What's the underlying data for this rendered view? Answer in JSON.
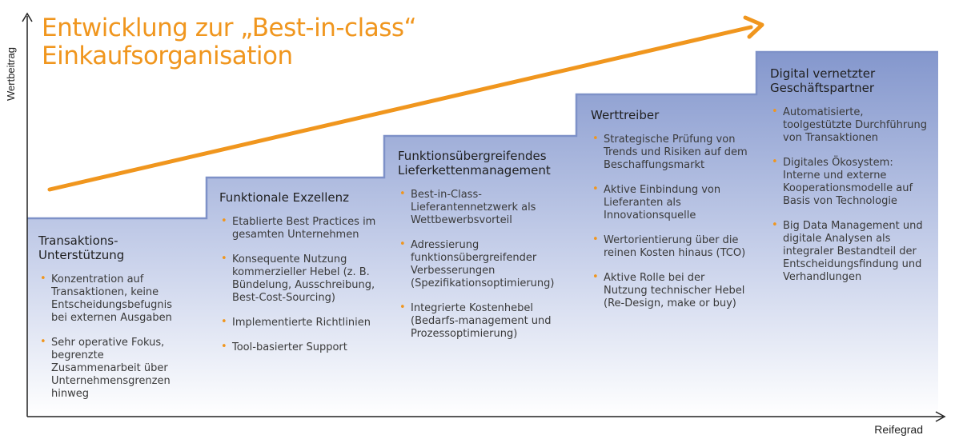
{
  "title": {
    "line1": "Entwicklung zur „Best-in-class“",
    "line2": "Einkaufsorganisation"
  },
  "axes": {
    "ylabel": "Wertbeitrag",
    "xlabel": "Reifegrad"
  },
  "colors": {
    "accent": "#f0961e",
    "step_fill_top": "#8497cd",
    "step_fill_bottom": "#ffffff",
    "step_border": "#7e91c8",
    "axis": "#222222"
  },
  "stages": [
    {
      "heading": "Transaktions-Unterstützung",
      "items": [
        "Konzentration auf Transaktionen, keine Entscheidungsbefugnis bei externen Ausgaben",
        "Sehr operative Fokus, begrenzte Zusammenarbeit über Unternehmensgrenzen hinweg"
      ]
    },
    {
      "heading": "Funktionale Exzellenz",
      "items": [
        "Etablierte Best Practices im gesamten Unternehmen",
        "Konsequente Nutzung kommerzieller Hebel (z. B. Bündelung, Ausschreibung, Best-Cost-Sourcing)",
        "Implementierte Richtlinien",
        "Tool-basierter Support"
      ]
    },
    {
      "heading": "Funktionsübergreifendes Lieferkettenmanagement",
      "items": [
        "Best-in-Class-Lieferantennetzwerk als Wettbewerbsvorteil",
        "Adressierung funktionsübergreifender Verbesserungen (Spezifikationsoptimierung)",
        "Integrierte Kostenhebel (Bedarfs-management und Prozessoptimierung)"
      ]
    },
    {
      "heading": "Werttreiber",
      "items": [
        "Strategische Prüfung von Trends und Risiken auf dem Beschaffungsmarkt",
        "Aktive Einbindung von Lieferanten als Innovationsquelle",
        "Wertorientierung über die reinen Kosten hinaus (TCO)",
        "Aktive Rolle bei der Nutzung technischer Hebel (Re-Design, make or buy)"
      ]
    },
    {
      "heading": "Digital vernetzter Geschäftspartner",
      "items": [
        "Automatisierte, toolgestützte Durchführung von Transaktionen",
        "Digitales Ökosystem: Interne und externe Kooperationsmodelle auf Basis von Technologie",
        "Big Data Management und digitale Analysen als integraler Bestandteil der Entscheidungsfindung und Verhandlungen"
      ]
    }
  ]
}
